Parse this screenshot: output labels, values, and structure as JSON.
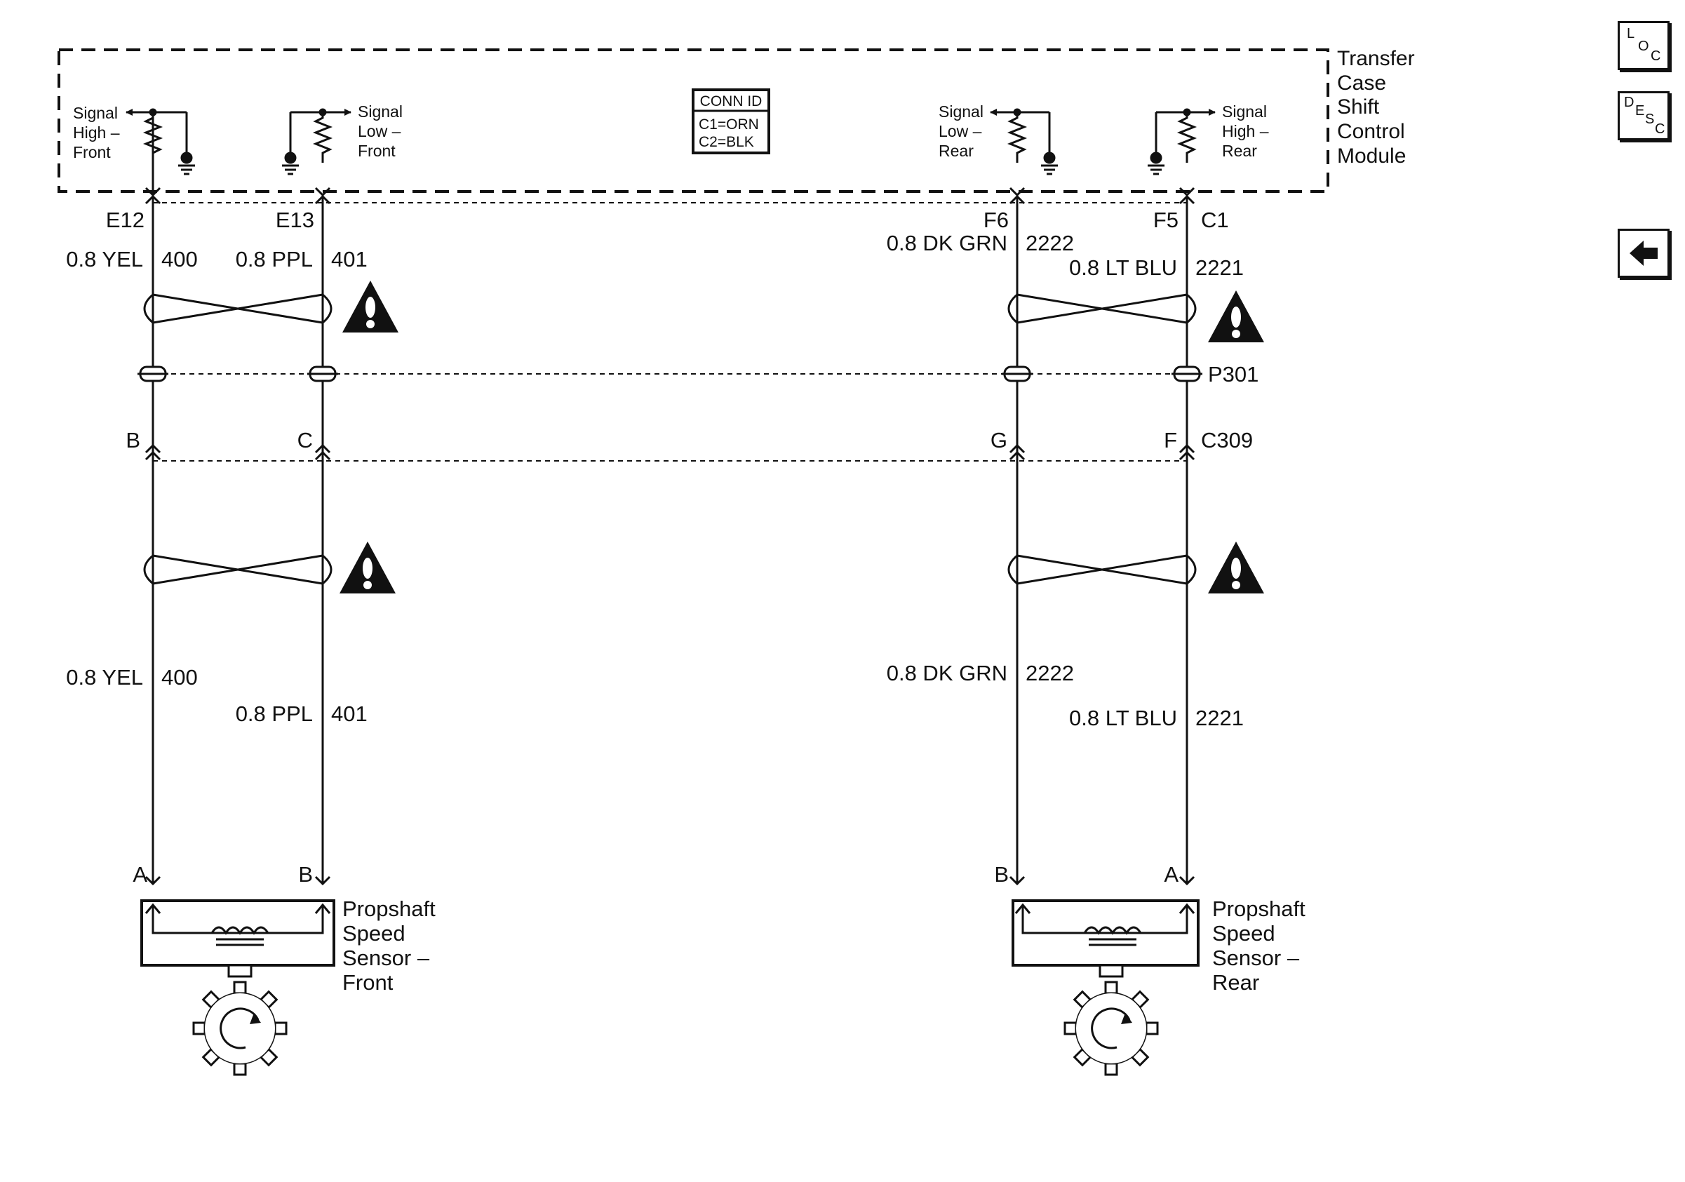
{
  "module": {
    "title_lines": [
      "Transfer",
      "Case",
      "Shift",
      "Control",
      "Module"
    ],
    "conn_id": {
      "header": "CONN ID",
      "lines": [
        "C1=ORN",
        "C2=BLK"
      ]
    },
    "signals": [
      {
        "lines": [
          "Signal",
          "High –",
          "Front"
        ]
      },
      {
        "lines": [
          "Signal",
          "Low –",
          "Front"
        ]
      },
      {
        "lines": [
          "Signal",
          "Low –",
          "Rear"
        ]
      },
      {
        "lines": [
          "Signal",
          "High –",
          "Rear"
        ]
      }
    ],
    "pins": [
      "E12",
      "E13",
      "F6",
      "F5"
    ],
    "connector_label": "C1"
  },
  "circuits": [
    {
      "top_color": "0.8 YEL",
      "top_num": "400",
      "bottom_color": "0.8 YEL",
      "bottom_num": "400",
      "c309_pin": "B",
      "sensor_pin": "A"
    },
    {
      "top_color": "0.8 PPL",
      "top_num": "401",
      "bottom_color": "0.8 PPL",
      "bottom_num": "401",
      "c309_pin": "C",
      "sensor_pin": "B"
    },
    {
      "top_color": "0.8 DK GRN",
      "top_num": "2222",
      "bottom_color": "0.8 DK GRN",
      "bottom_num": "2222",
      "c309_pin": "G",
      "sensor_pin": "B"
    },
    {
      "top_color": "0.8 LT BLU",
      "top_num": "2221",
      "bottom_color": "0.8 LT BLU",
      "bottom_num": "2221",
      "c309_pin": "F",
      "sensor_pin": "A"
    }
  ],
  "connectors": {
    "p301": "P301",
    "c309": "C309"
  },
  "sensors": [
    {
      "lines": [
        "Propshaft",
        "Speed",
        "Sensor –",
        "Front"
      ]
    },
    {
      "lines": [
        "Propshaft",
        "Speed",
        "Sensor –",
        "Rear"
      ]
    }
  ],
  "nav": {
    "loc": [
      "L",
      "O",
      "C"
    ],
    "desc": [
      "D",
      "E",
      "S",
      "C"
    ],
    "back_icon": "left-arrow-icon"
  },
  "colors": {
    "ink": "#111111",
    "background": "#ffffff"
  }
}
